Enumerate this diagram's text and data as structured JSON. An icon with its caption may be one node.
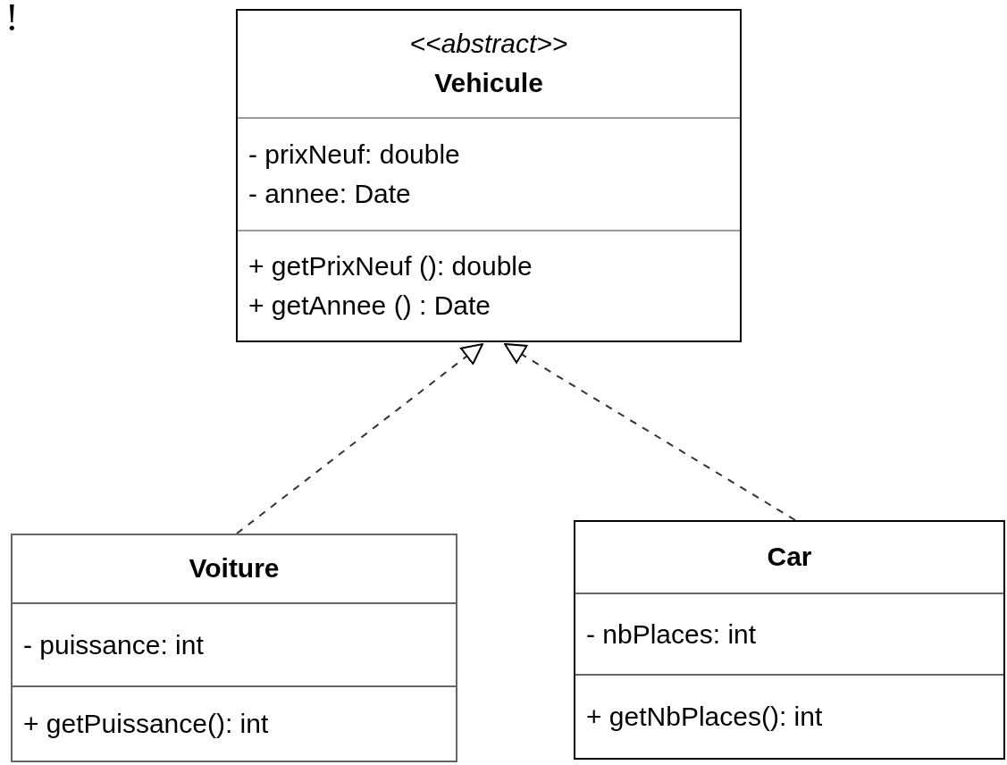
{
  "diagram": {
    "nodes": [
      {
        "text": [
          "<<abstract>>",
          "Vehicule",
          "- prixNeuf: double",
          "- annee: Date",
          "+ getPrixNeuf (): double",
          "+ getAnnee () : Date"
        ]
      },
      {
        "text": [
          "Voiture",
          "- puissance: int",
          "+ getPuissance(): int"
        ]
      },
      {
        "text": [
          "Car",
          "- nbPlaces: int",
          "+ getNbPlaces(): int"
        ]
      }
    ],
    "edges": [
      {
        "from": 1,
        "to": 0,
        "arrow": "to",
        "style": "dashed"
      },
      {
        "from": 2,
        "to": 0,
        "arrow": "to",
        "style": "dashed"
      }
    ],
    "labels": [
      "!"
    ]
  }
}
